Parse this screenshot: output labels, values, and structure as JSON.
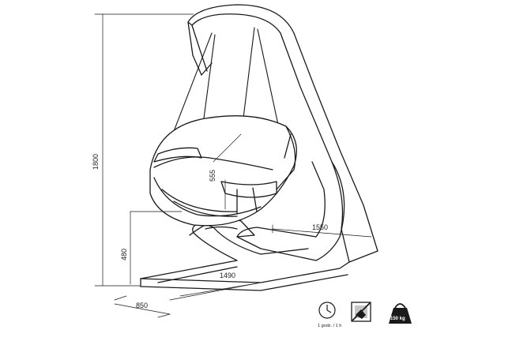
{
  "diagram": {
    "dimensions": {
      "height_total": "1800",
      "seat_depth": "555",
      "seat_height": "480",
      "base_length": "1490",
      "base_depth": "1550",
      "base_width": "850"
    },
    "icons": [
      {
        "name": "clock-icon",
        "caption": "1 godz. / 1 h"
      },
      {
        "name": "no-self-assembly-icon",
        "caption": ""
      },
      {
        "name": "weight-icon",
        "caption": "150 kg"
      }
    ],
    "colors": {
      "line": "#1a1a1a",
      "background": "#ffffff"
    }
  }
}
